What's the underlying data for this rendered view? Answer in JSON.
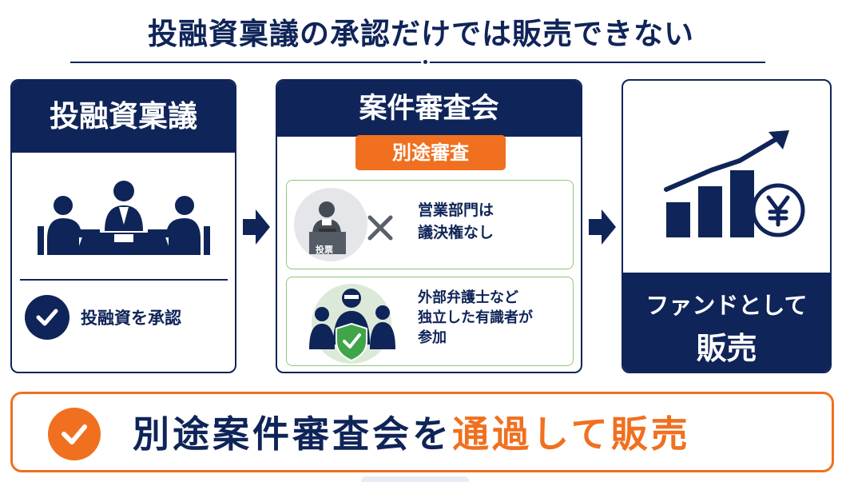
{
  "title": "投融資稟議の承認だけでは販売できない",
  "left_panel": {
    "heading": "投融資稟議",
    "approval_text": "投融資を承認"
  },
  "middle_panel": {
    "heading": "案件審査会",
    "badge": "別途審査",
    "box1": {
      "line1": "営業部門は",
      "line2": "議決権なし",
      "ballot_label": "投票"
    },
    "box2": {
      "line1": "外部弁護士など",
      "line2": "独立した有識者が",
      "line3": "参加"
    }
  },
  "right_panel": {
    "line1": "ファンドとして",
    "line2": "販売"
  },
  "footer": {
    "text_main": "別途案件審査会を",
    "text_highlight": "通過して販売"
  },
  "colors": {
    "navy": "#0f2458",
    "orange": "#f07020",
    "green": "#3fa548",
    "light_green_border": "#8ec77a"
  },
  "icons": [
    "meeting-people-icon",
    "check-circle-icon",
    "ballot-person-icon",
    "x-mark-icon",
    "experts-shield-icon",
    "bar-chart-up-icon",
    "yen-coin-icon"
  ]
}
